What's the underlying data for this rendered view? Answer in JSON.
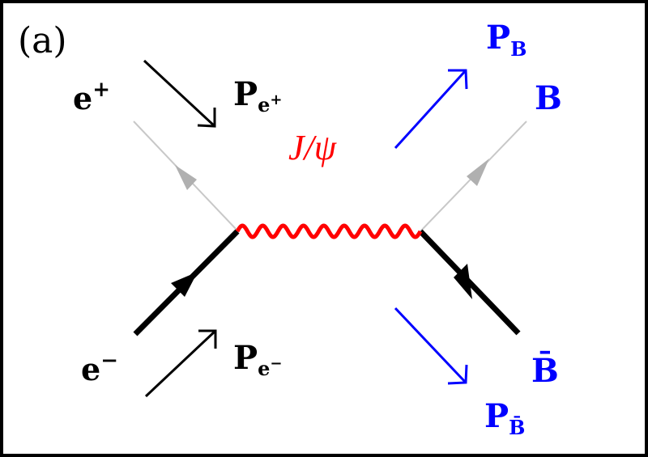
{
  "panel_label": "(a)",
  "labels": {
    "positron": {
      "base": "e",
      "sup": "+"
    },
    "electron": {
      "base": "e",
      "sup": "−"
    },
    "p_positron": {
      "base": "P",
      "sub": "e",
      "subsup": "+"
    },
    "p_electron": {
      "base": "P",
      "sub": "e",
      "subsup": "−"
    },
    "mediator": "J/ψ",
    "baryon": "B",
    "antibaryon": "B̄",
    "p_baryon": {
      "base": "P",
      "sub": "B"
    },
    "p_antibaryon": {
      "base": "P",
      "sub": "B̄"
    }
  },
  "colors": {
    "text": "#000000",
    "mediator": "#ff0000",
    "baryon_side": "#0000ff",
    "faded_line": "#c8c8c8",
    "faded_arrow": "#b0b0b0"
  }
}
